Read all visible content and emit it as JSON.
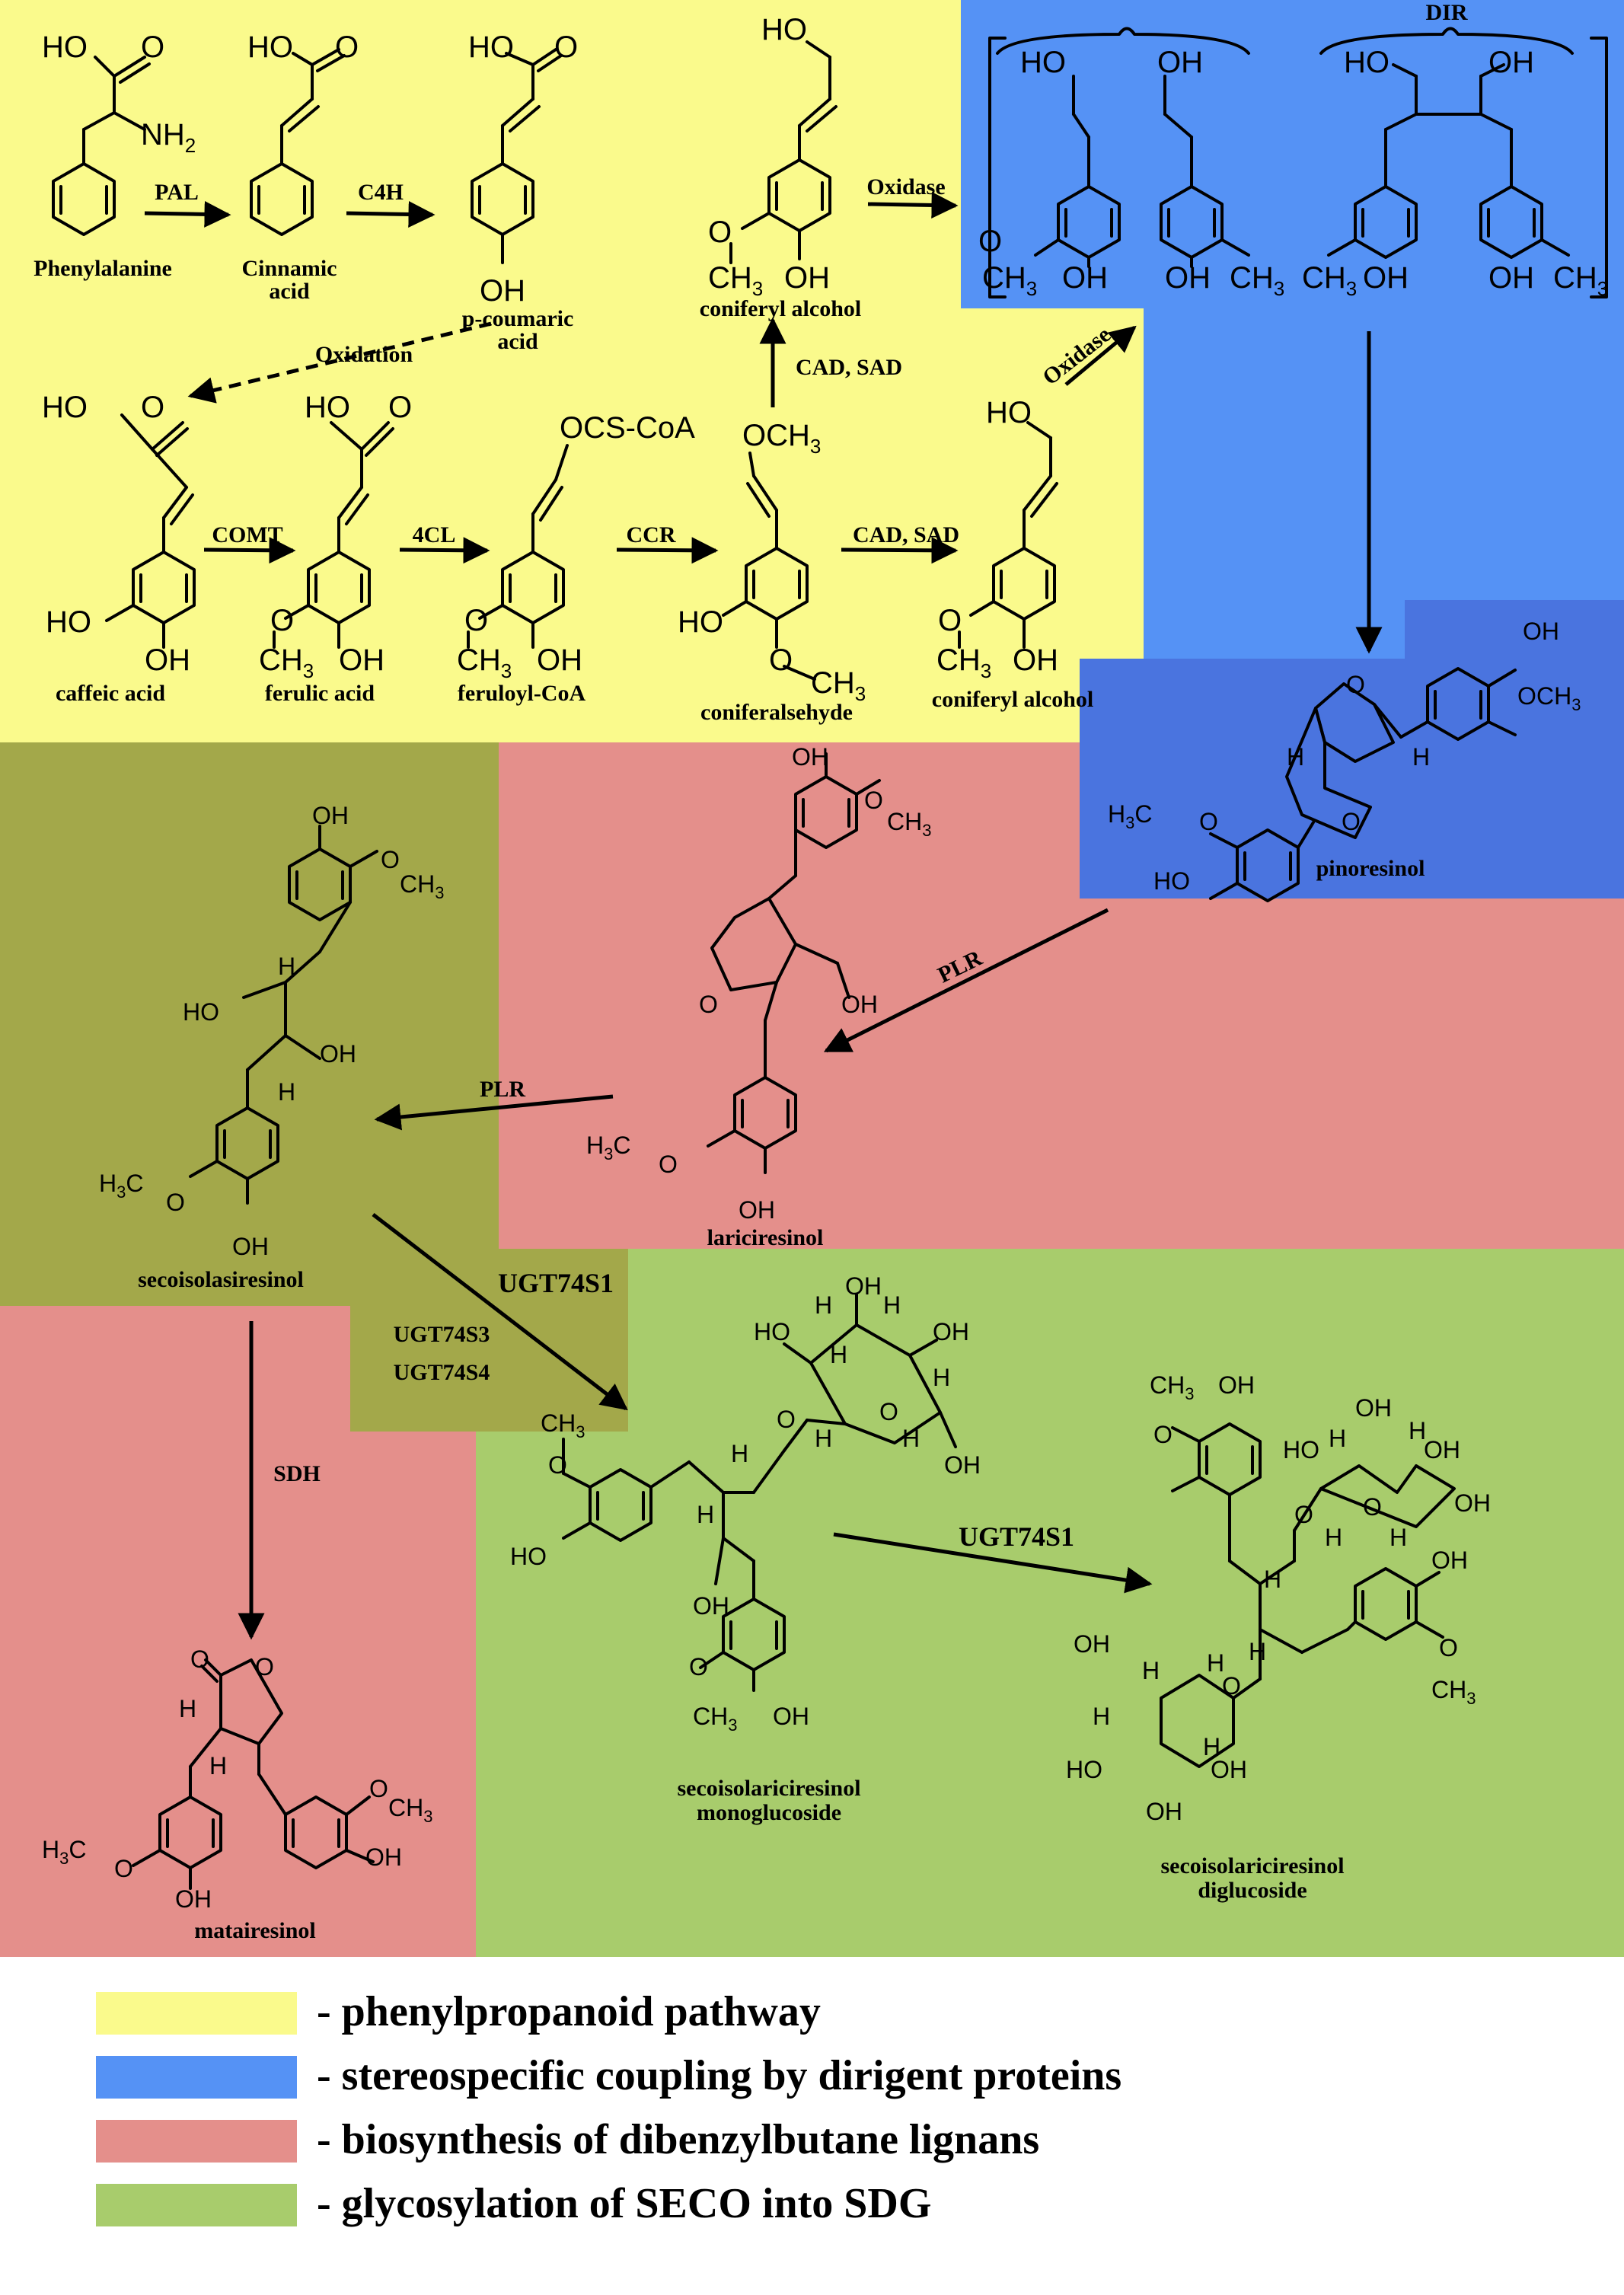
{
  "colors": {
    "phenylpropanoid": "#fafa8c",
    "dirigent": "#5592f5",
    "dirigent_dark": "#4a74df",
    "dibenzylbutane": "#e48f8b",
    "seco_olive": "#a3a84a",
    "glycosylation": "#a8cc6c",
    "ink": "#000000"
  },
  "compounds": {
    "phenylalanine": "Phenylalanine",
    "cinnamic_acid": [
      "Cinnamic",
      "acid"
    ],
    "p_coumaric_acid": [
      "p-coumaric",
      "acid"
    ],
    "coniferyl_alcohol_top": "coniferyl alcohol",
    "caffeic_acid": "caffeic acid",
    "ferulic_acid": "ferulic acid",
    "feruloyl_coa": "feruloyl-CoA",
    "coniferaldehyde": "coniferalsehyde",
    "coniferyl_alcohol_bottom": "coniferyl alcohol",
    "pinoresinol": "pinoresinol",
    "lariciresinol": "lariciresinol",
    "secoisolariciresinol": "secoisolasiresinol",
    "matairesinol": "matairesinol",
    "seco_monoglucoside": [
      "secoisolariciresinol",
      "monoglucoside"
    ],
    "seco_diglucoside": [
      "secoisolariciresinol",
      "diglucoside"
    ]
  },
  "enzymes": {
    "pal": "PAL",
    "c4h": "C4H",
    "oxidation": "Oxidation",
    "oxidase_top": "Oxidase",
    "cad_sad_vertical": "CAD, SAD",
    "oxidase_diag": "Oxidase",
    "comt": "COMT",
    "fourcl": "4CL",
    "ccr": "CCR",
    "cad_sad": "CAD, SAD",
    "dir": "DIR",
    "plr_1": "PLR",
    "plr_2": "PLR",
    "ugt74s1_1": "UGT74S1",
    "ugt74s3": "UGT74S3",
    "ugt74s4": "UGT74S4",
    "sdh": "SDH",
    "ugt74s1_2": "UGT74S1"
  },
  "atoms": {
    "HO": "HO",
    "OH": "OH",
    "NH2": "NH",
    "two": "2",
    "CH3": "CH",
    "three": "3",
    "O": "O",
    "H": "H",
    "H3C": "H",
    "OCS_CoA": "OCS-CoA",
    "OCH3": "OCH"
  },
  "legend": [
    {
      "color": "#fafa8c",
      "label": "- phenylpropanoid pathway"
    },
    {
      "color": "#5592f5",
      "label": "- stereospecific coupling by dirigent proteins"
    },
    {
      "color": "#e48f8b",
      "label": "- biosynthesis of dibenzylbutane lignans"
    },
    {
      "color": "#a8cc6c",
      "label": "- glycosylation of SECO into SDG"
    }
  ]
}
